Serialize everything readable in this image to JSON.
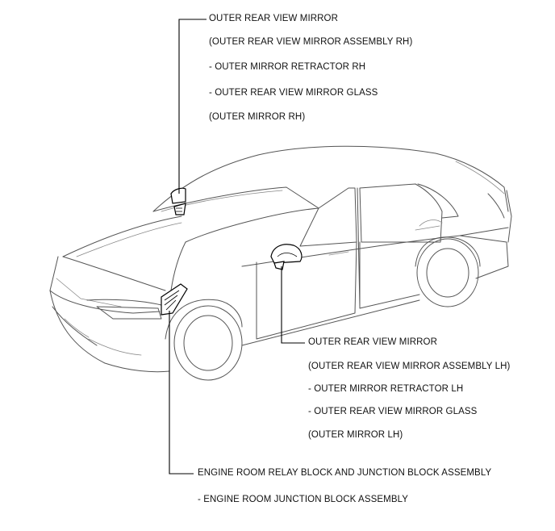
{
  "callouts": {
    "rh_mirror": {
      "title": "OUTER REAR VIEW MIRROR",
      "assembly": "(OUTER REAR VIEW MIRROR ASSEMBLY RH)",
      "retractor": "- OUTER MIRROR RETRACTOR RH",
      "glass": "- OUTER REAR VIEW MIRROR GLASS",
      "glass_sub": "(OUTER MIRROR RH)"
    },
    "lh_mirror": {
      "title": "OUTER REAR VIEW MIRROR",
      "assembly": "(OUTER REAR VIEW MIRROR ASSEMBLY LH)",
      "retractor": "- OUTER MIRROR RETRACTOR LH",
      "glass": "- OUTER REAR VIEW MIRROR GLASS",
      "glass_sub": "(OUTER MIRROR LH)"
    },
    "engine_room": {
      "title": "ENGINE ROOM RELAY BLOCK AND JUNCTION BLOCK ASSEMBLY",
      "sub": "- ENGINE ROOM JUNCTION BLOCK ASSEMBLY"
    }
  }
}
